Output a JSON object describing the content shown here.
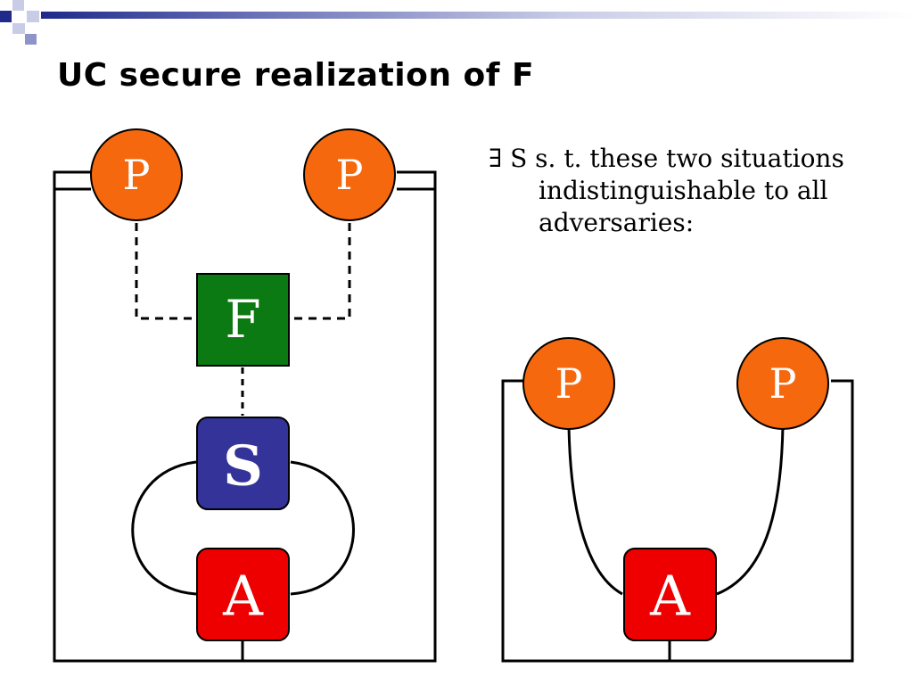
{
  "slide": {
    "title": "UC secure realization of F",
    "bullet": "∃ S s. t. these two situations indistinguishable to all adversaries:"
  },
  "diagram_left": {
    "party_1": "P",
    "party_2": "P",
    "functionality": "F",
    "simulator": "S",
    "adversary": "A"
  },
  "diagram_right": {
    "party_1": "P",
    "party_2": "P",
    "adversary": "A"
  },
  "colors": {
    "party": "#f5680e",
    "functionality": "#0b7a12",
    "simulator": "#333399",
    "adversary": "#ee0000",
    "header_blue": "#1f2a8a"
  }
}
